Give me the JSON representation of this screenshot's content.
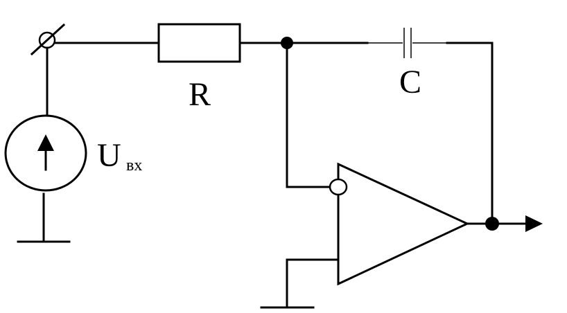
{
  "diagram": {
    "type": "op-amp integrator circuit",
    "components": {
      "resistor": {
        "label": "R"
      },
      "capacitor": {
        "label": "C"
      },
      "source": {
        "label_main": "U",
        "label_sub": "вх"
      }
    },
    "colors": {
      "ink": "#000000",
      "background": "#ffffff"
    }
  }
}
